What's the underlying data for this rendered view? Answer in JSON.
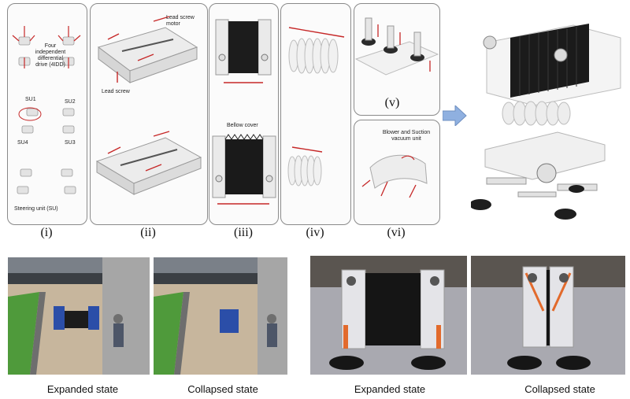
{
  "panel_i": {
    "four_idd": "Four independent differential drive (4IDD)",
    "su1": "SU1",
    "su2": "SU2",
    "su3": "SU3",
    "su4": "SU4",
    "steering": "Steering unit (SU)",
    "numeral": "(i)"
  },
  "panel_ii": {
    "motor": "Lead screw motor",
    "screw": "Lead screw",
    "numeral": "(ii)"
  },
  "panel_iii": {
    "bellow": "Bellow cover",
    "numeral": "(iii)"
  },
  "panel_iv": {
    "numeral": "(iv)"
  },
  "panel_v": {
    "numeral": "(v)"
  },
  "panel_vi": {
    "blower": "Blower and Suction vacuum unit",
    "numeral": "(vi)"
  },
  "captions": {
    "sim_expanded": "Expanded state",
    "sim_collapsed": "Collapsed state",
    "real_expanded": "Expanded state",
    "real_collapsed": "Collapsed state"
  },
  "colors": {
    "arrow": "#c62828",
    "accent": "#8fb0e0",
    "grass": "#4f9a3b"
  }
}
